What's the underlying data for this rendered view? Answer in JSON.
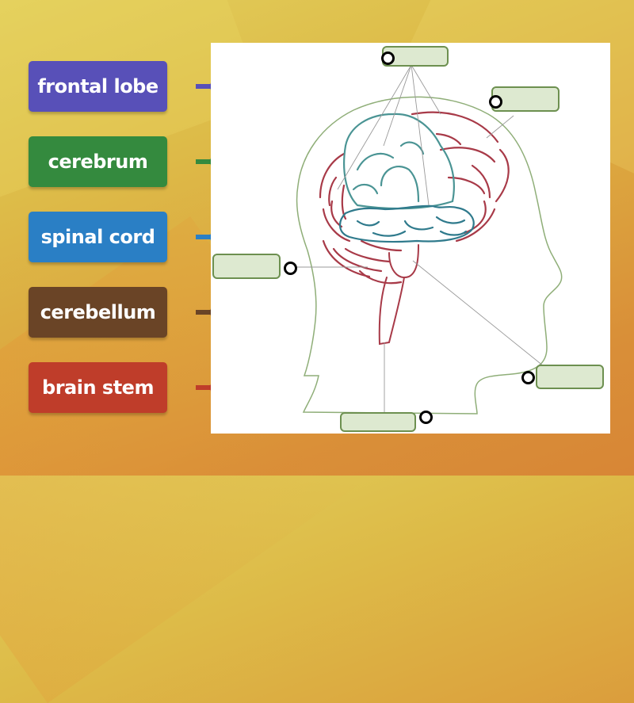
{
  "labels": [
    {
      "text": "frontal lobe",
      "color": "#5850b8"
    },
    {
      "text": "cerebrum",
      "color": "#348a3e"
    },
    {
      "text": "spinal cord",
      "color": "#2a7fc5"
    },
    {
      "text": "cerebellum",
      "color": "#6a4426"
    },
    {
      "text": "brain stem",
      "color": "#bf3d2a"
    }
  ],
  "diagram": {
    "subject": "human head profile with brain",
    "outline_colors": {
      "head": "#8fae78",
      "cerebrum": "#a83a48",
      "frontal_region": "#4a9494",
      "cerebellum_region": "#2f7a8c",
      "pointer_lines": "#999999"
    },
    "drop_zones": [
      {
        "id": "top",
        "value": ""
      },
      {
        "id": "upper-right",
        "value": ""
      },
      {
        "id": "left",
        "value": ""
      },
      {
        "id": "lower-right",
        "value": ""
      },
      {
        "id": "bottom",
        "value": ""
      }
    ]
  }
}
